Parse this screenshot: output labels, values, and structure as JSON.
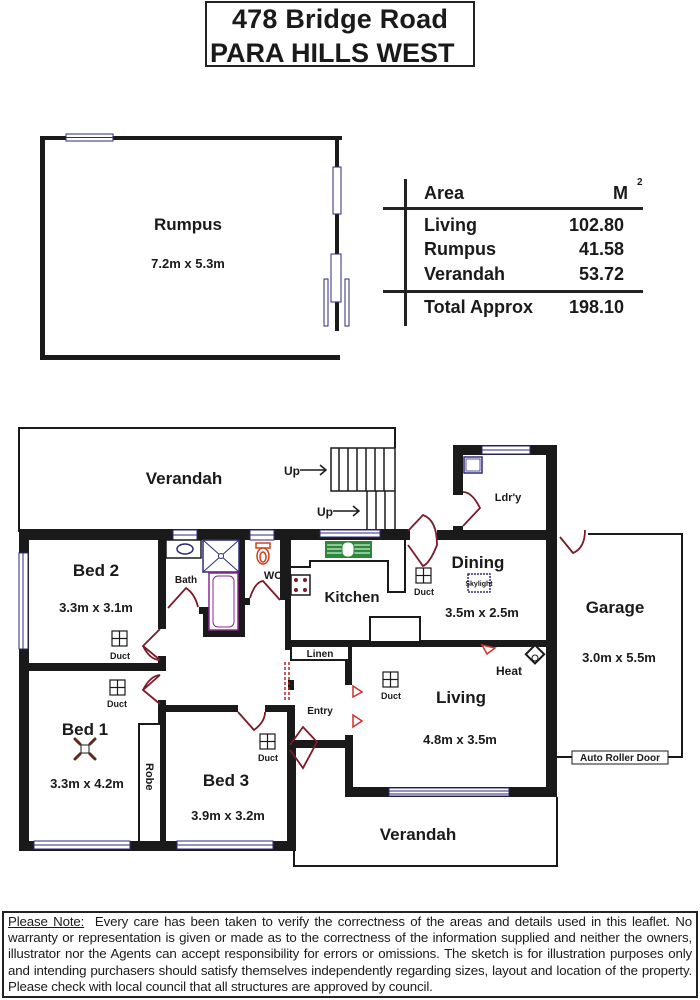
{
  "header": {
    "address_line1": "478 Bridge Road",
    "address_line2": "PARA HILLS WEST"
  },
  "area_table": {
    "heading_label": "Area",
    "heading_unit": "M",
    "heading_unit_superscript": "2",
    "rows": [
      {
        "label": "Living",
        "value": "102.80"
      },
      {
        "label": "Rumpus",
        "value": "41.58"
      },
      {
        "label": "Verandah",
        "value": "53.72"
      }
    ],
    "total": {
      "label": "Total Approx",
      "value": "198.10"
    }
  },
  "rooms": {
    "rumpus": {
      "name": "Rumpus",
      "dims": "7.2m x 5.3m"
    },
    "verandah_top": {
      "name": "Verandah"
    },
    "verandah_bottom": {
      "name": "Verandah"
    },
    "bed2": {
      "name": "Bed 2",
      "dims": "3.3m x 3.1m"
    },
    "bed1": {
      "name": "Bed 1",
      "dims": "3.3m x 4.2m"
    },
    "bed3": {
      "name": "Bed 3",
      "dims": "3.9m x 3.2m"
    },
    "bath": {
      "name": "Bath"
    },
    "wc": {
      "name": "WC"
    },
    "kitchen": {
      "name": "Kitchen"
    },
    "dining": {
      "name": "Dining",
      "dims": "3.5m x 2.5m"
    },
    "laundry": {
      "name": "Ldr'y"
    },
    "living": {
      "name": "Living",
      "dims": "4.8m x 3.5m"
    },
    "garage": {
      "name": "Garage",
      "dims": "3.0m x 5.5m"
    },
    "linen": {
      "name": "Linen"
    },
    "entry": {
      "name": "Entry"
    },
    "robe": {
      "name": "Robe"
    }
  },
  "labels": {
    "up1": "Up",
    "up2": "Up",
    "duct": "Duct",
    "skylight": "Skylight",
    "heat": "Heat",
    "auto_roller_door": "Auto Roller Door"
  },
  "colors": {
    "wall": "#1a1a1a",
    "window": "#2e2a7a",
    "door": "#7a1a2a",
    "toilet": "#d0401a",
    "sink": "#2a8a3a",
    "bath": "#8a2a8a",
    "dashed": "#c02020"
  },
  "disclaimer": {
    "heading": "Please Note:",
    "text": "Every care has been taken to verify the correctness of the areas and details used in this leaflet. No warranty or representation is given or made as to the correctness of the information supplied and neither the owners, illustrator nor the Agents can accept responsibility for errors or omissions. The sketch is for illustration purposes only and intending purchasers should satisfy themselves independently regarding sizes, layout and location of the property. Please check with local council that all structures are approved by council."
  }
}
